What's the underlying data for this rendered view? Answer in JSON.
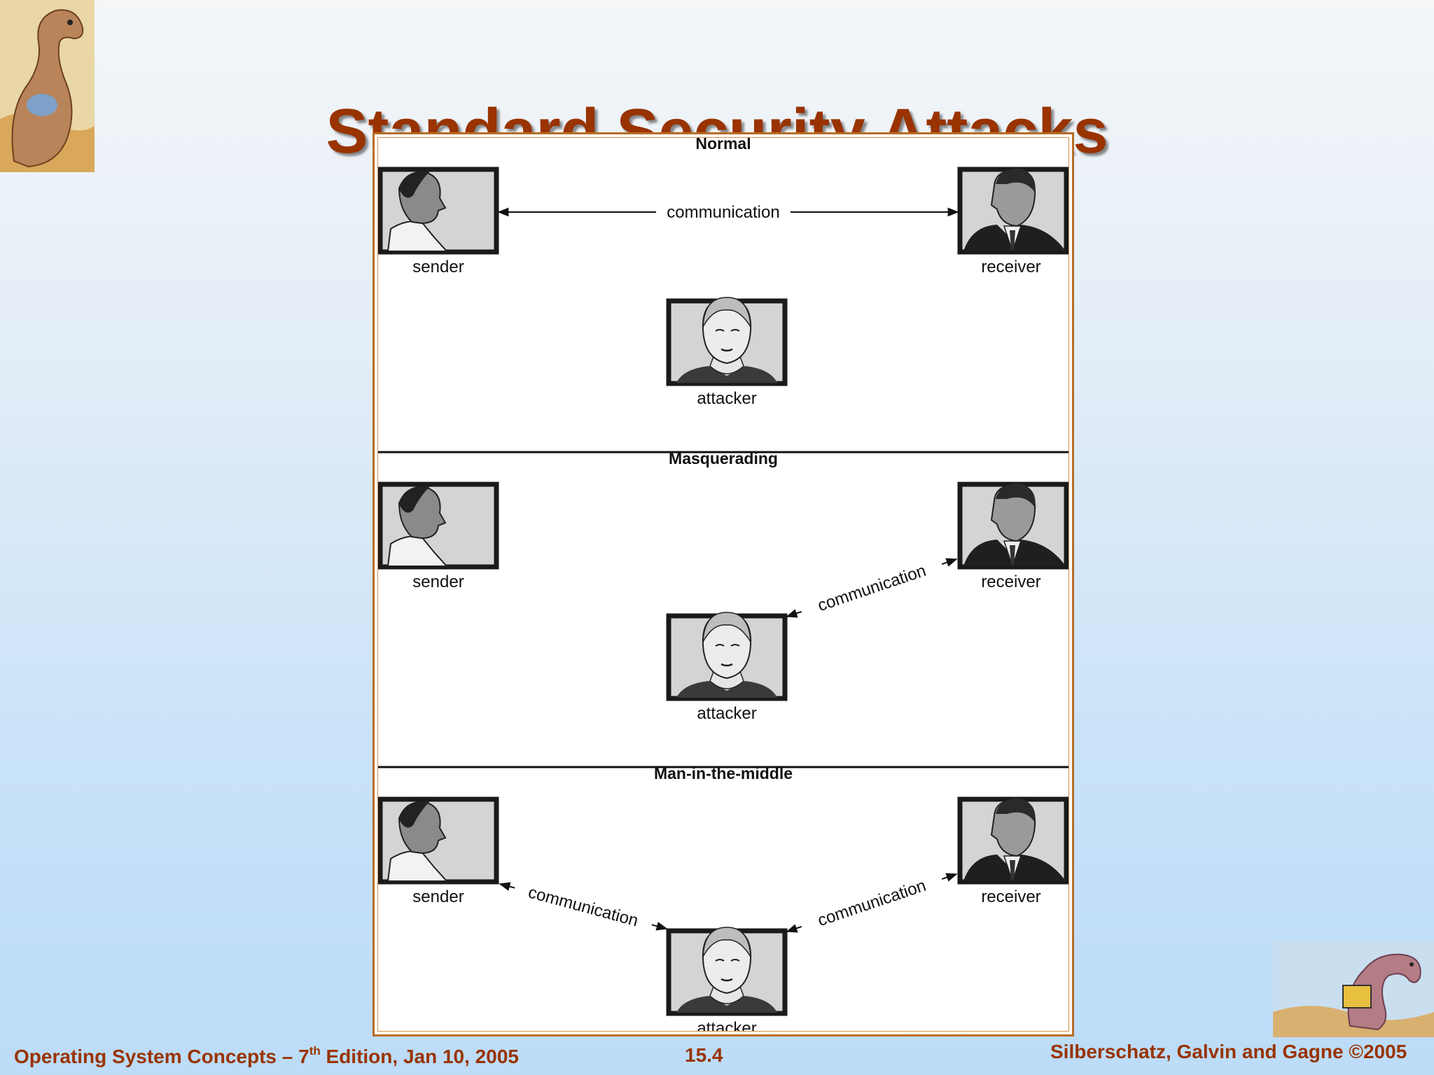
{
  "slide": {
    "title": "Standard Security Attacks",
    "footer_left_prefix": "Operating System Concepts – 7",
    "footer_left_sup": "th",
    "footer_left_suffix": " Edition, Jan 10, 2005",
    "footer_center": "15.4",
    "footer_right": "Silberschatz, Galvin and Gagne ©2005"
  },
  "diagram": {
    "panels": [
      {
        "title": "Normal",
        "sender_label": "sender",
        "receiver_label": "receiver",
        "attacker_label": "attacker",
        "links": [
          {
            "from": "sender",
            "to": "receiver",
            "label": "communication"
          }
        ]
      },
      {
        "title": "Masquerading",
        "sender_label": "sender",
        "receiver_label": "receiver",
        "attacker_label": "attacker",
        "links": [
          {
            "from": "attacker",
            "to": "receiver",
            "label": "communication"
          }
        ]
      },
      {
        "title": "Man-in-the-middle",
        "sender_label": "sender",
        "receiver_label": "receiver",
        "attacker_label": "attacker",
        "links": [
          {
            "from": "sender",
            "to": "attacker",
            "label": "communication"
          },
          {
            "from": "attacker",
            "to": "receiver",
            "label": "communication"
          }
        ]
      }
    ]
  },
  "colors": {
    "title": "#993300",
    "footer": "#993300",
    "frame": "#b86d24"
  },
  "icons": [
    "dinosaur-logo-icon",
    "dinosaur-laptop-logo-icon",
    "sender-portrait-icon",
    "receiver-portrait-icon",
    "attacker-portrait-icon"
  ]
}
